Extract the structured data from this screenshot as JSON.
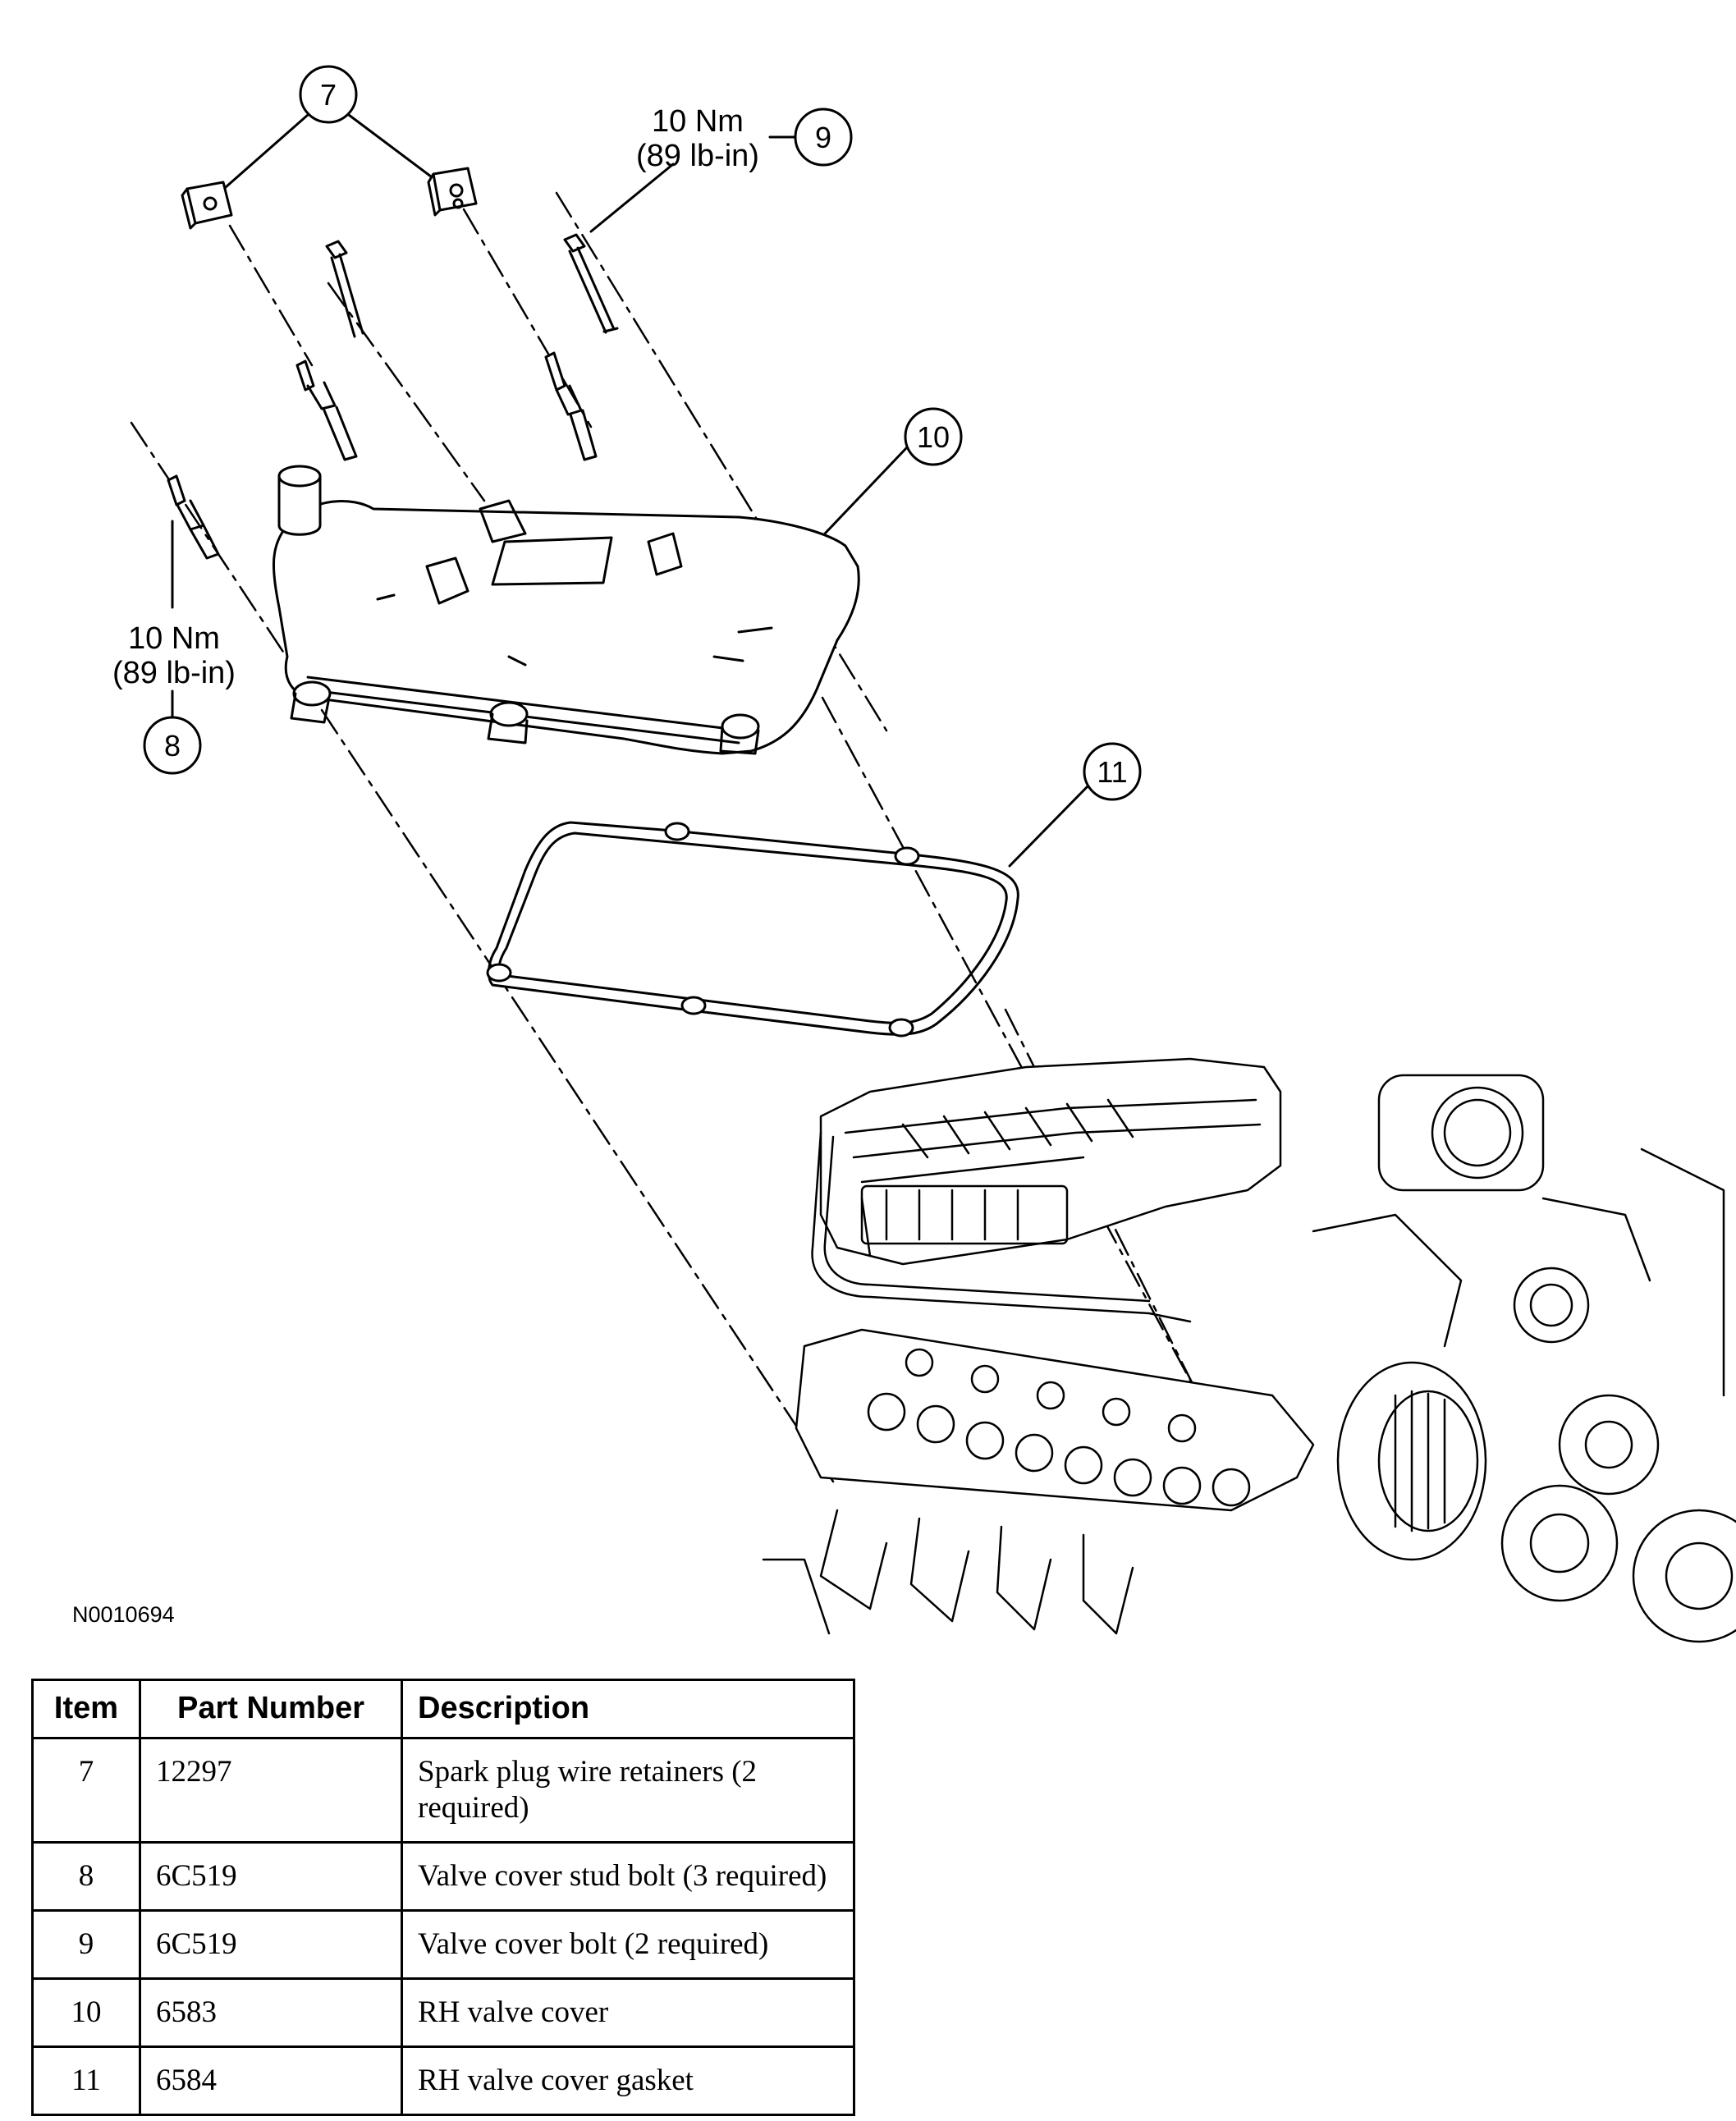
{
  "diagram": {
    "callouts": [
      {
        "id": "7"
      },
      {
        "id": "8",
        "torque_nm": "10 Nm",
        "torque_lbin": "(89 lb-in)"
      },
      {
        "id": "9",
        "torque_nm": "10 Nm",
        "torque_lbin": "(89 lb-in)"
      },
      {
        "id": "10"
      },
      {
        "id": "11"
      }
    ],
    "reference_code": "N0010694"
  },
  "table": {
    "headers": [
      "Item",
      "Part Number",
      "Description"
    ],
    "rows": [
      {
        "item": "7",
        "part_number": "12297",
        "description": "Spark plug wire retainers (2 required)"
      },
      {
        "item": "8",
        "part_number": "6C519",
        "description": "Valve cover stud bolt (3 required)"
      },
      {
        "item": "9",
        "part_number": "6C519",
        "description": "Valve cover bolt (2 required)"
      },
      {
        "item": "10",
        "part_number": "6583",
        "description": "RH valve cover"
      },
      {
        "item": "11",
        "part_number": "6584",
        "description": "RH valve cover gasket"
      }
    ]
  }
}
